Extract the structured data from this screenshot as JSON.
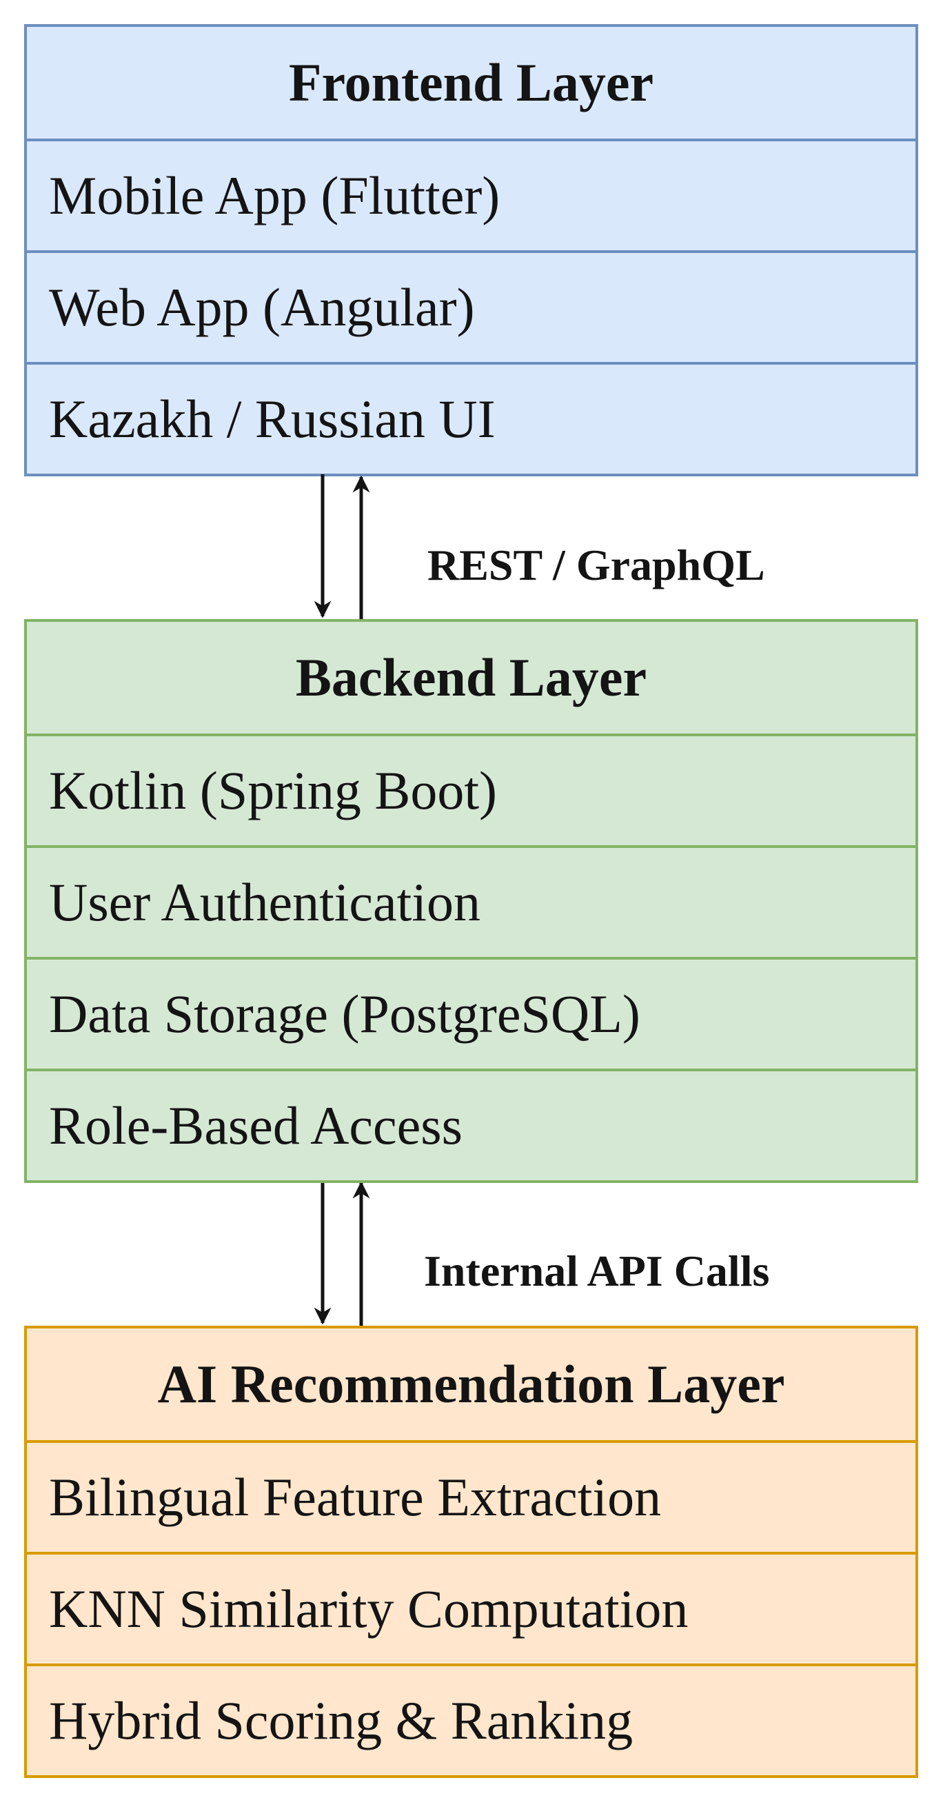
{
  "diagram": {
    "layers": [
      {
        "id": "frontend",
        "title": "Frontend Layer",
        "items": [
          "Mobile App (Flutter)",
          "Web App (Angular)",
          "Kazakh / Russian UI"
        ],
        "fill": "#dae8fc",
        "stroke": "#6c8ebf"
      },
      {
        "id": "backend",
        "title": "Backend Layer",
        "items": [
          "Kotlin (Spring Boot)",
          "User Authentication",
          "Data Storage (PostgreSQL)",
          "Role-Based Access"
        ],
        "fill": "#d5e8d4",
        "stroke": "#82b366"
      },
      {
        "id": "ai",
        "title": "AI Recommendation Layer",
        "items": [
          "Bilingual Feature Extraction",
          "KNN Similarity Computation",
          "Hybrid Scoring & Ranking"
        ],
        "fill": "#ffe6cc",
        "stroke": "#d79b00"
      }
    ],
    "connections": [
      {
        "from": "frontend",
        "to": "backend",
        "label": "REST / GraphQL",
        "direction": "bidirectional"
      },
      {
        "from": "backend",
        "to": "ai",
        "label": "Internal API Calls",
        "direction": "bidirectional"
      }
    ]
  }
}
